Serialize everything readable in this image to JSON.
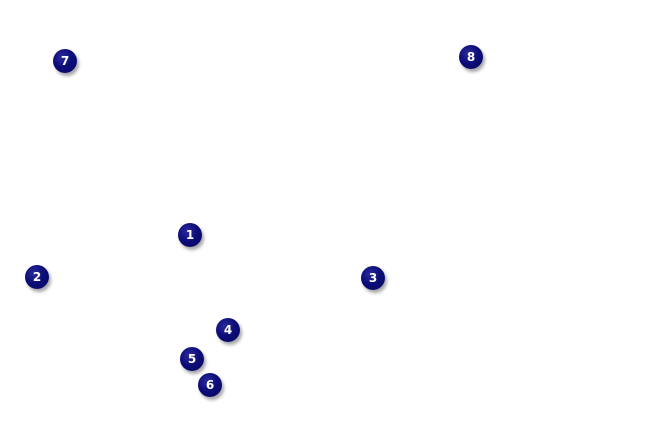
{
  "markers": [
    {
      "label": "1"
    },
    {
      "label": "2"
    },
    {
      "label": "3"
    },
    {
      "label": "4"
    },
    {
      "label": "5"
    },
    {
      "label": "6"
    },
    {
      "label": "7"
    },
    {
      "label": "8"
    }
  ],
  "colors": {
    "background": "#ffffff",
    "marker_fill": "#0d0d7a",
    "marker_text": "#ffffff"
  }
}
